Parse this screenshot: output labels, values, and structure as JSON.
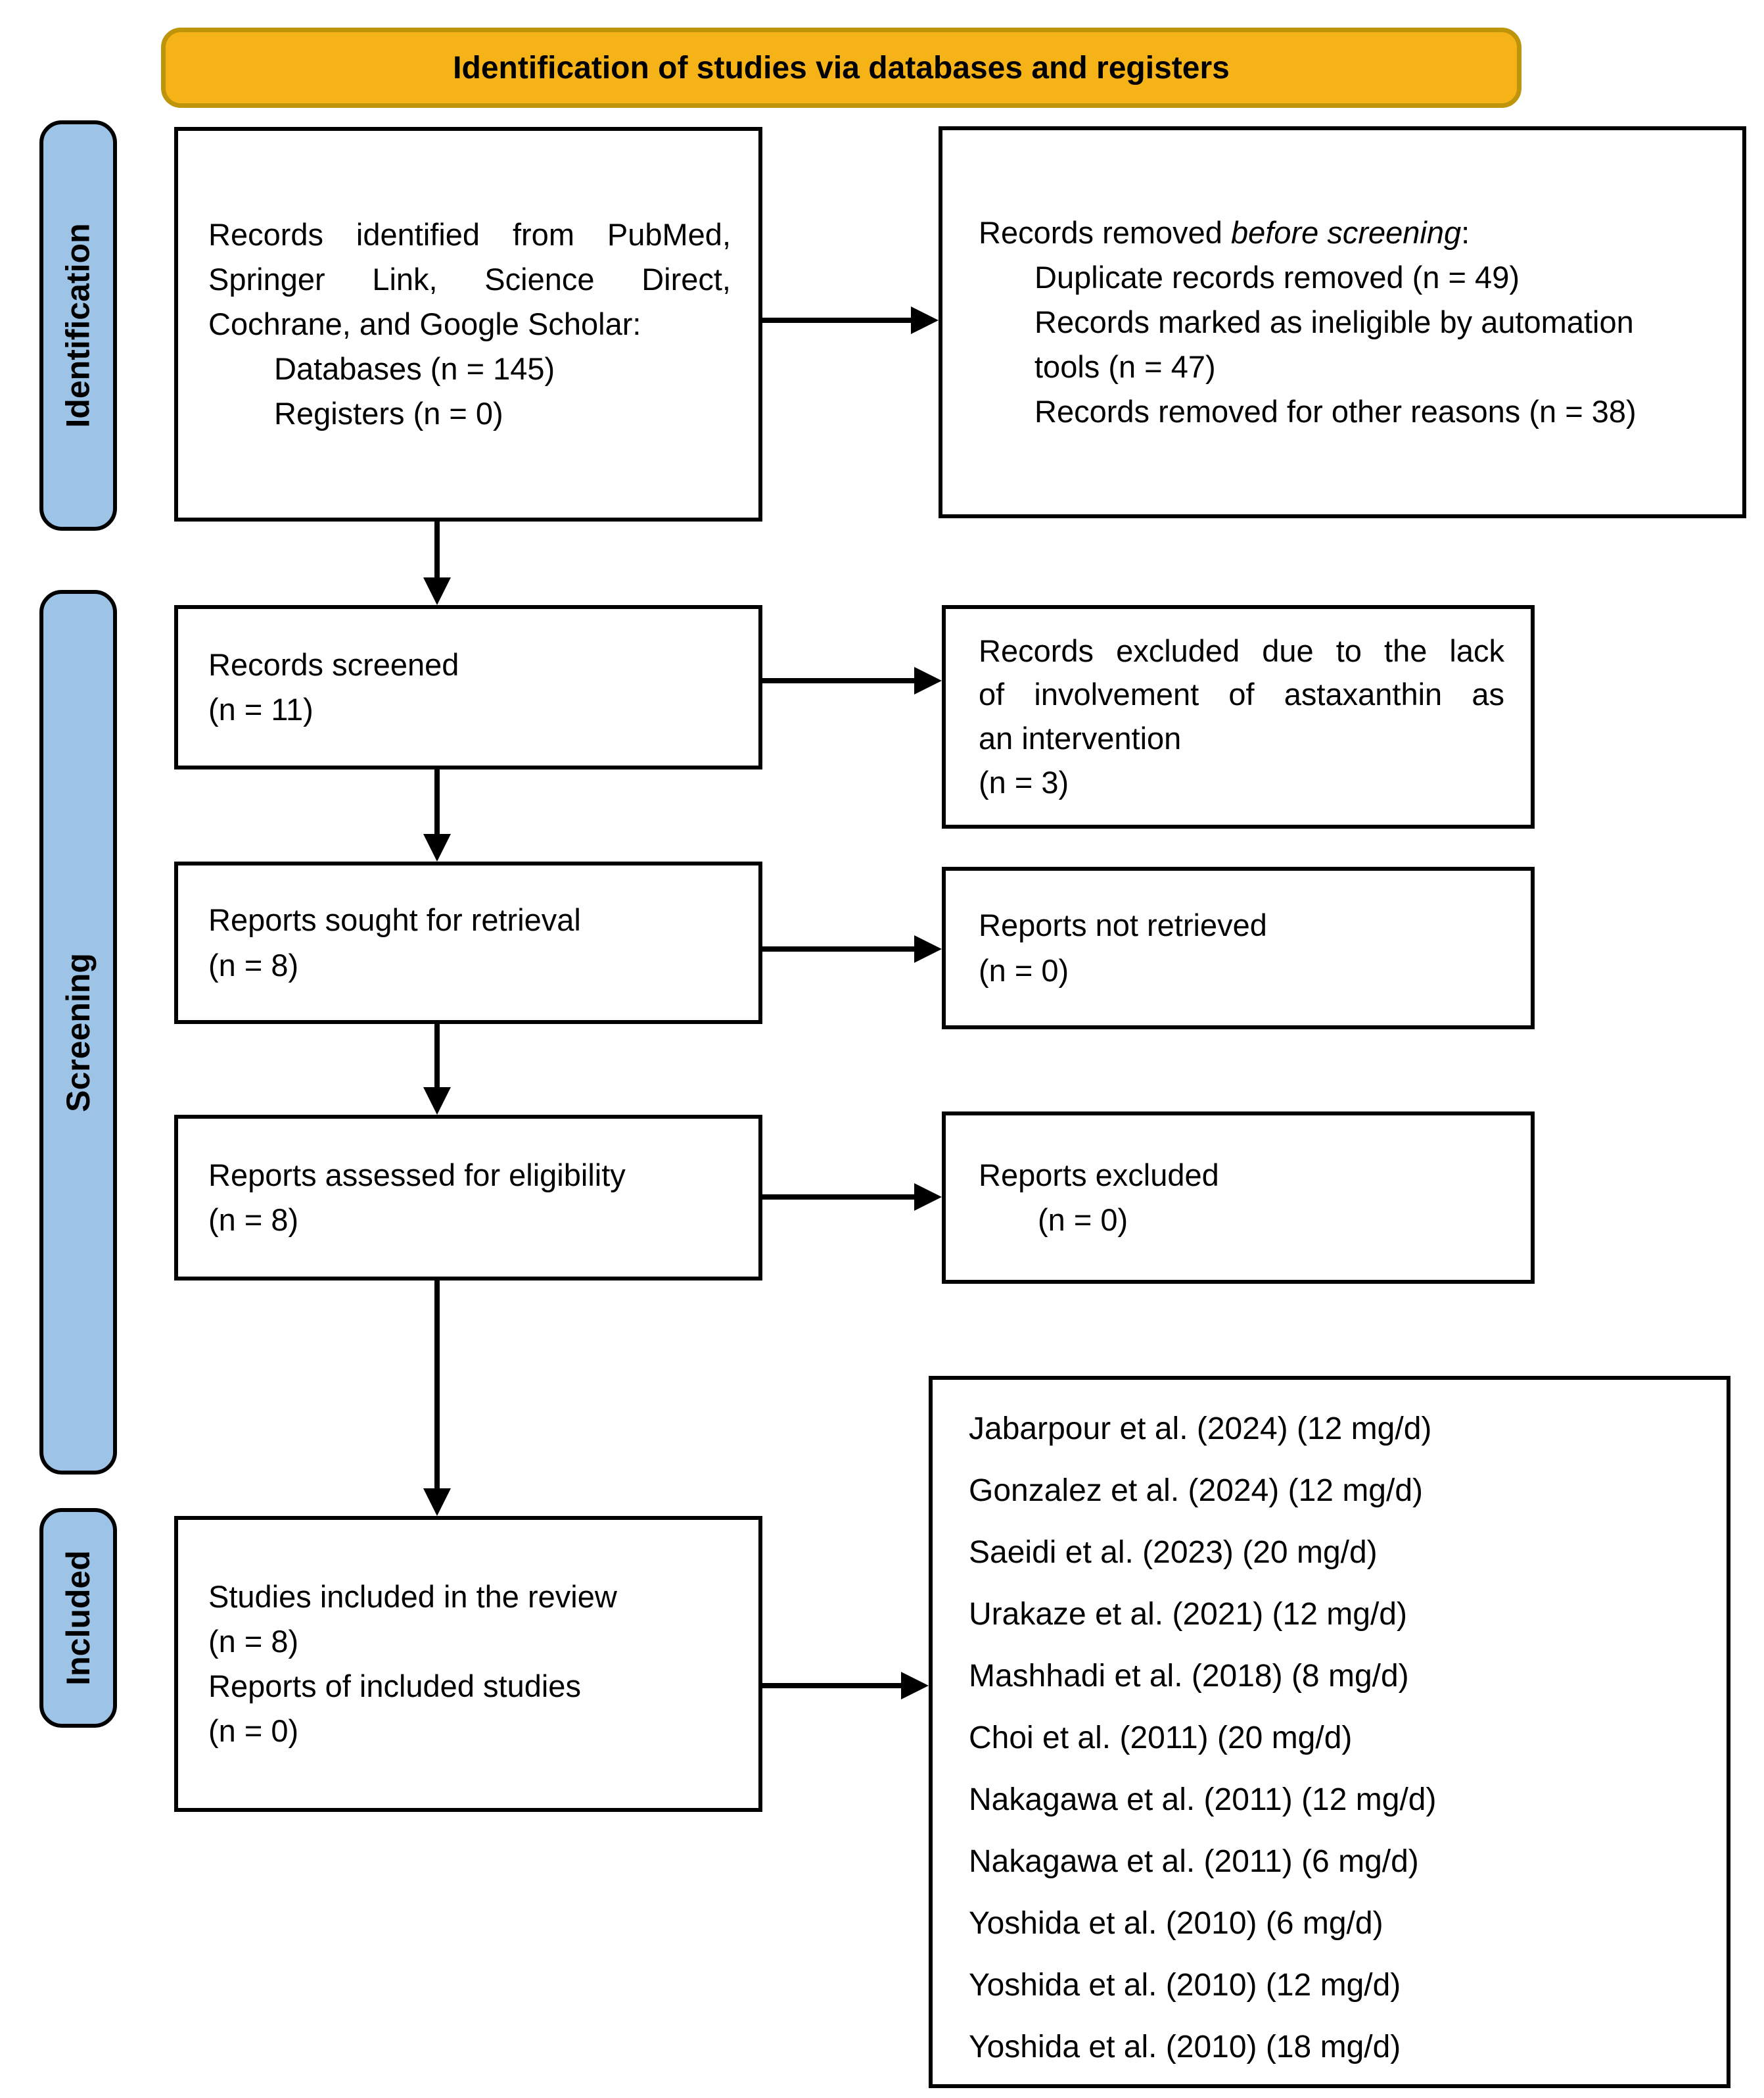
{
  "banner": {
    "title": "Identification of studies via databases and registers"
  },
  "colors": {
    "banner_fill": "#F5B317",
    "banner_border": "#BE940B",
    "stage_fill": "#9DC3E6",
    "box_border": "#000000",
    "text": "#000000"
  },
  "stages": {
    "identification": "Identification",
    "screening": "Screening",
    "included": "Included"
  },
  "boxes": {
    "identified": {
      "lines": [
        "Records identified from PubMed,",
        "Springer Link, Science Direct,",
        "Cochrane, and Google Scholar:"
      ],
      "subs": [
        "Databases (n = 145)",
        "Registers (n = 0)"
      ]
    },
    "removed": {
      "intro_prefix": "Records removed ",
      "intro_italic": "before screening",
      "intro_suffix": ":",
      "subs": [
        "Duplicate records removed (n = 49)",
        "Records marked as ineligible by automation",
        "tools (n = 47)",
        "Records removed for other reasons (n = 38)"
      ]
    },
    "screened": {
      "lines": [
        "Records screened",
        "(n = 11)"
      ]
    },
    "excluded_screening": {
      "lines": [
        "Records excluded due to the lack",
        "of involvement of astaxanthin as",
        "an intervention",
        "(n = 3)"
      ]
    },
    "sought": {
      "lines": [
        "Reports sought for retrieval",
        "(n = 8)"
      ]
    },
    "not_retrieved": {
      "lines": [
        "Reports not retrieved",
        "(n = 0)"
      ]
    },
    "assessed": {
      "lines": [
        "Reports assessed for eligibility",
        "(n = 8)"
      ]
    },
    "reports_excluded": {
      "line": "Reports excluded",
      "sub": "(n = 0)"
    },
    "included_review": {
      "lines": [
        "Studies included in the review",
        "(n = 8)",
        "Reports of included studies",
        "(n = 0)"
      ]
    },
    "study_list": {
      "studies": [
        "Jabarpour et al. (2024) (12 mg/d)",
        "Gonzalez et al. (2024) (12 mg/d)",
        "Saeidi et al. (2023) (20 mg/d)",
        "Urakaze et al. (2021) (12 mg/d)",
        "Mashhadi et al. (2018) (8 mg/d)",
        "Choi et al. (2011) (20 mg/d)",
        "Nakagawa et al. (2011) (12 mg/d)",
        "Nakagawa et al. (2011) (6 mg/d)",
        "Yoshida et al. (2010) (6 mg/d)",
        "Yoshida et al. (2010) (12 mg/d)",
        "Yoshida et al. (2010) (18 mg/d)"
      ]
    }
  }
}
